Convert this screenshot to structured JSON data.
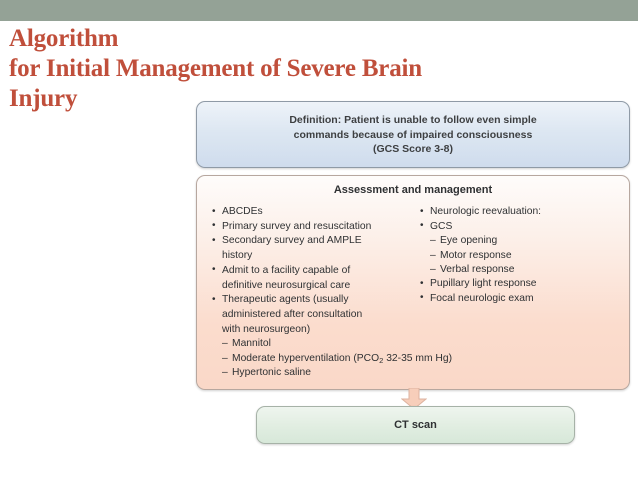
{
  "slide": {
    "background_color": "#ffffff",
    "top_bar_color": "#94a296",
    "title_color": "#c04f3b",
    "title_lines": [
      "Algorithm",
      "for Initial Management of Severe Brain",
      "Injury"
    ]
  },
  "flowchart": {
    "definition_box": {
      "accent_color": "#cfdced",
      "lines": [
        "Definition: Patient is unable to follow even simple",
        "commands because of impaired consciousness",
        "(GCS Score 3-8)"
      ]
    },
    "assessment_box": {
      "accent_color": "#fad8c8",
      "heading": "Assessment and management",
      "left_column": [
        {
          "text": "ABCDEs"
        },
        {
          "text": "Primary survey and resuscitation"
        },
        {
          "text": "Secondary survey and AMPLE"
        },
        {
          "text": "history",
          "continuation": true
        },
        {
          "text": "Admit to a facility capable of"
        },
        {
          "text": "definitive neurosurgical care",
          "continuation": true
        },
        {
          "text": "Therapeutic agents (usually"
        },
        {
          "text": "administered after consultation",
          "continuation": true
        },
        {
          "text": "with neurosurgeon)",
          "continuation": true
        }
      ],
      "left_column_sub": [
        "Mannitol",
        "Moderate hyperventilation (PCO2 32-35 mm Hg)",
        "Hypertonic saline"
      ],
      "left_sub_1": "Mannitol",
      "left_sub_2_pre": "Moderate hyperventilation (PCO",
      "left_sub_2_sub": "2",
      "left_sub_2_post": " 32-35 mm Hg)",
      "left_sub_3": "Hypertonic saline",
      "right_column": [
        {
          "text": "Neurologic reevaluation:"
        },
        {
          "text": "GCS"
        }
      ],
      "right_column_sub": [
        "Eye opening",
        "Motor response",
        "Verbal response"
      ],
      "right_column_tail": [
        {
          "text": "Pupillary light response"
        },
        {
          "text": "Focal neurologic exam"
        }
      ]
    },
    "arrow": {
      "name": "down-arrow",
      "color": "#f7ceba"
    },
    "ct_box": {
      "accent_color": "#d7e8d9",
      "label": "CT scan"
    }
  }
}
